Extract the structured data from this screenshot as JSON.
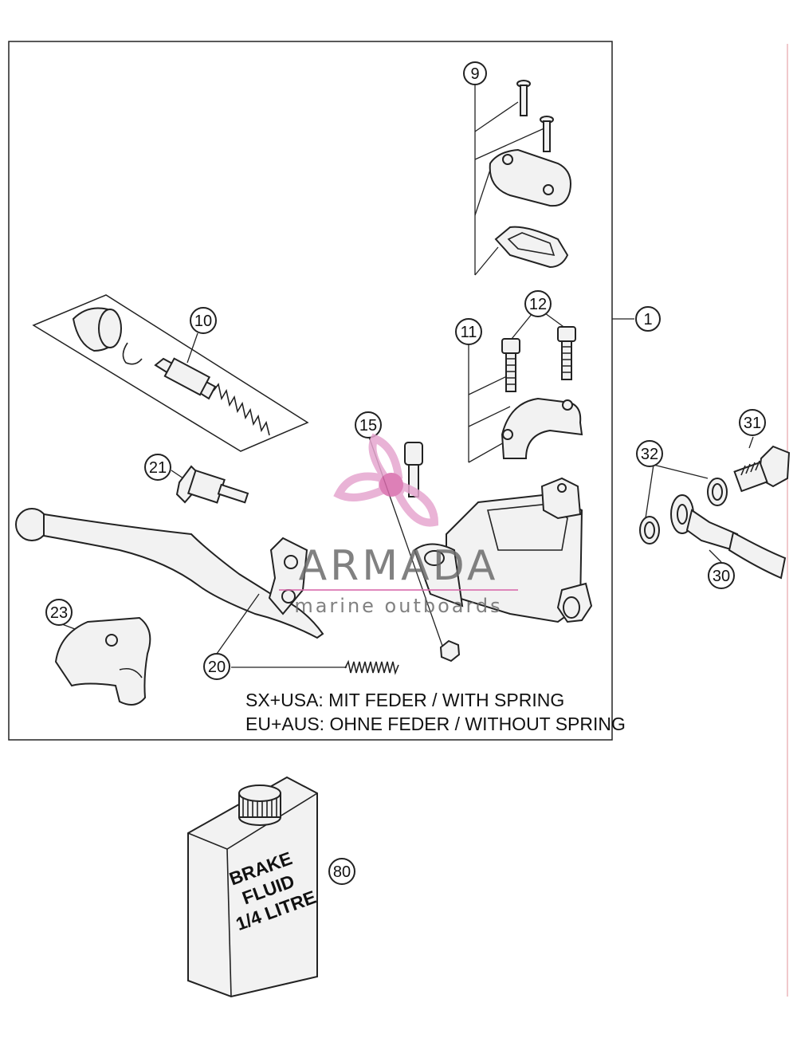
{
  "callouts": {
    "c1": "1",
    "c9": "9",
    "c10": "10",
    "c11": "11",
    "c12": "12",
    "c15": "15",
    "c20": "20",
    "c21": "21",
    "c23": "23",
    "c30": "30",
    "c31": "31",
    "c32": "32",
    "c80": "80"
  },
  "notes": {
    "line1": "SX+USA:  MIT FEDER / WITH SPRING",
    "line2": "EU+AUS:  OHNE FEDER / WITHOUT SPRING"
  },
  "bottle": {
    "line1": "BRAKE",
    "line2": "FLUID",
    "line3": "1/4 LITRE"
  },
  "watermark": {
    "name": "ARMADA",
    "tagline": "marine outboards",
    "color_text": "#6b6b6b",
    "color_logo": "#e6a6cf",
    "color_accent": "#d86aab"
  },
  "colors": {
    "lines": "#222222",
    "right_rule": "#f0c8cc"
  }
}
